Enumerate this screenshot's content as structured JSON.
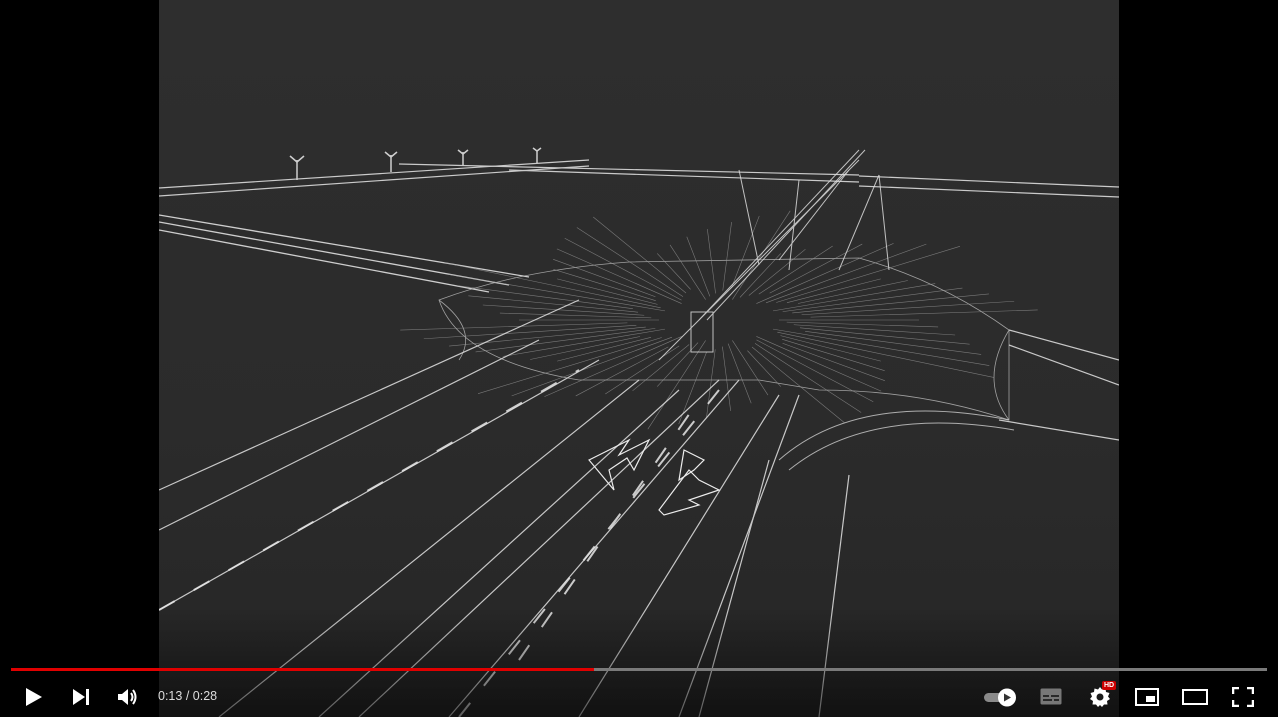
{
  "player": {
    "time_current": "0:13",
    "time_separator": " / ",
    "time_duration": "0:28",
    "progress_fraction": 0.4643,
    "hd_badge": "HD",
    "colors": {
      "progress_played": "#e00000",
      "progress_track": "#7a7a7a",
      "icon": "#ffffff",
      "hd_badge": "#cc0000"
    },
    "icons": {
      "play": "play-icon",
      "next": "next-icon",
      "volume": "volume-icon",
      "autoplay": "autoplay-toggle-icon",
      "subtitles": "subtitles-icon",
      "settings": "settings-gear-icon",
      "miniplayer": "miniplayer-icon",
      "theater": "theater-mode-icon",
      "fullscreen": "fullscreen-icon"
    }
  }
}
